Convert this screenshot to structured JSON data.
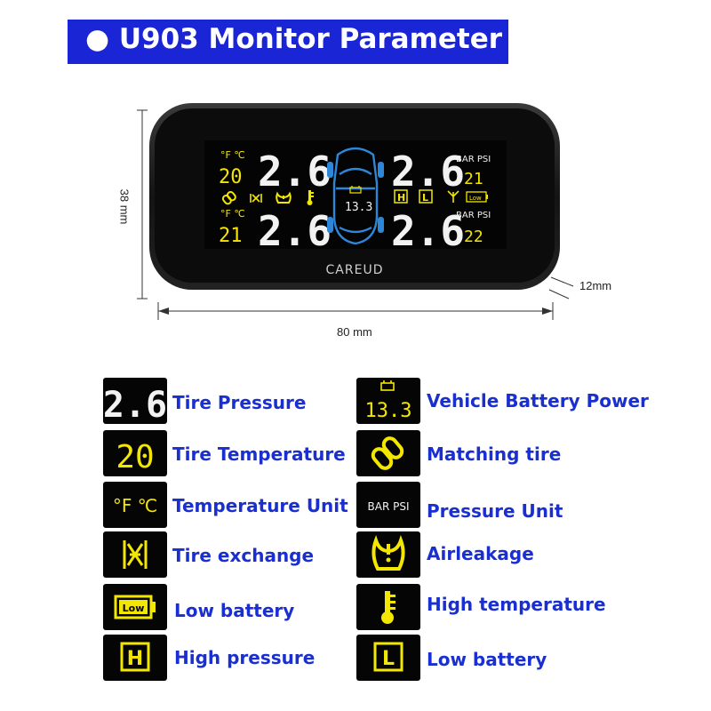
{
  "banner": {
    "bullet": "●",
    "title": "U903 Monitor Parameter"
  },
  "colors": {
    "banner_bg": "#1a25d6",
    "label": "#1a2fd0",
    "lcd_white": "#f2f2f2",
    "lcd_yellow": "#f3e600",
    "lcd_blue": "#2e86d8"
  },
  "device": {
    "brand": "CAREUD",
    "tires": {
      "front_left": {
        "pressure": "2.6",
        "temperature": "20",
        "unit": "°F ℃"
      },
      "rear_left": {
        "pressure": "2.6",
        "temperature": "21",
        "unit": "°F ℃"
      },
      "front_right": {
        "pressure": "2.6",
        "temperature": "21",
        "unit": "BAR PSI"
      },
      "rear_right": {
        "pressure": "2.6",
        "temperature": "22",
        "unit": "BAR PSI"
      }
    },
    "battery_voltage": "13.3",
    "high_label": "H",
    "low_label": "L",
    "low_badge": "Low"
  },
  "dimensions": {
    "height": "38 mm",
    "width": "80 mm",
    "depth": "12mm"
  },
  "legend": [
    {
      "icon": "tire-pressure-digits",
      "label": "Tire Pressure",
      "glyph": "2.6"
    },
    {
      "icon": "battery-voltage-digits",
      "label": "Vehicle Battery Power",
      "glyph": "13.3"
    },
    {
      "icon": "tire-temperature-digits",
      "label": "Tire Temperature",
      "glyph": "20"
    },
    {
      "icon": "chain-link-icon",
      "label": "Matching tire"
    },
    {
      "icon": "temperature-unit-icon",
      "label": "Temperature Unit",
      "glyph": "°F ℃"
    },
    {
      "icon": "pressure-unit-icon",
      "label": "Pressure Unit",
      "glyph": "BAR PSI"
    },
    {
      "icon": "tire-exchange-icon",
      "label": "Tire exchange"
    },
    {
      "icon": "air-leakage-icon",
      "label": "Airleakage"
    },
    {
      "icon": "low-battery-icon",
      "label": "Low battery",
      "glyph": "Low"
    },
    {
      "icon": "thermometer-icon",
      "label": "High temperature"
    },
    {
      "icon": "high-pressure-icon",
      "label": "High pressure",
      "glyph": "H"
    },
    {
      "icon": "low-pressure-icon",
      "label": "Low battery",
      "glyph": "L"
    }
  ]
}
